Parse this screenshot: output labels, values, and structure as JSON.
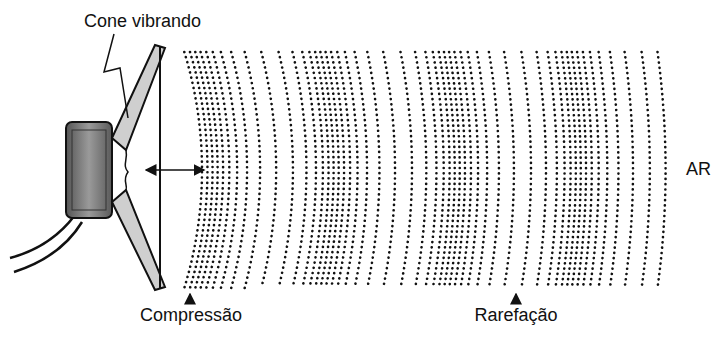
{
  "diagram": {
    "labels": [
      "Cone vibrando",
      "Compressão",
      "Rarefação",
      "AR"
    ]
  }
}
